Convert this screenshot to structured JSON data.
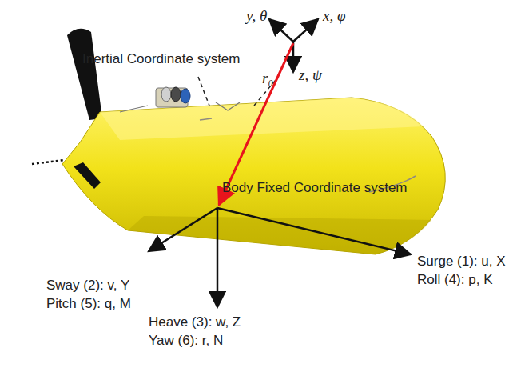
{
  "diagram": {
    "labels": [
      "y, θ",
      "x, φ",
      "Inertial Coordinate system",
      "r₀",
      "z, ψ",
      "Body Fixed Coordinate system",
      "Surge (1): u, X",
      "Roll (4): p, K",
      "Sway (2): v, Y",
      "Pitch (5): q, M",
      "Heave (3): w, Z",
      "Yaw (6): r, N"
    ]
  }
}
